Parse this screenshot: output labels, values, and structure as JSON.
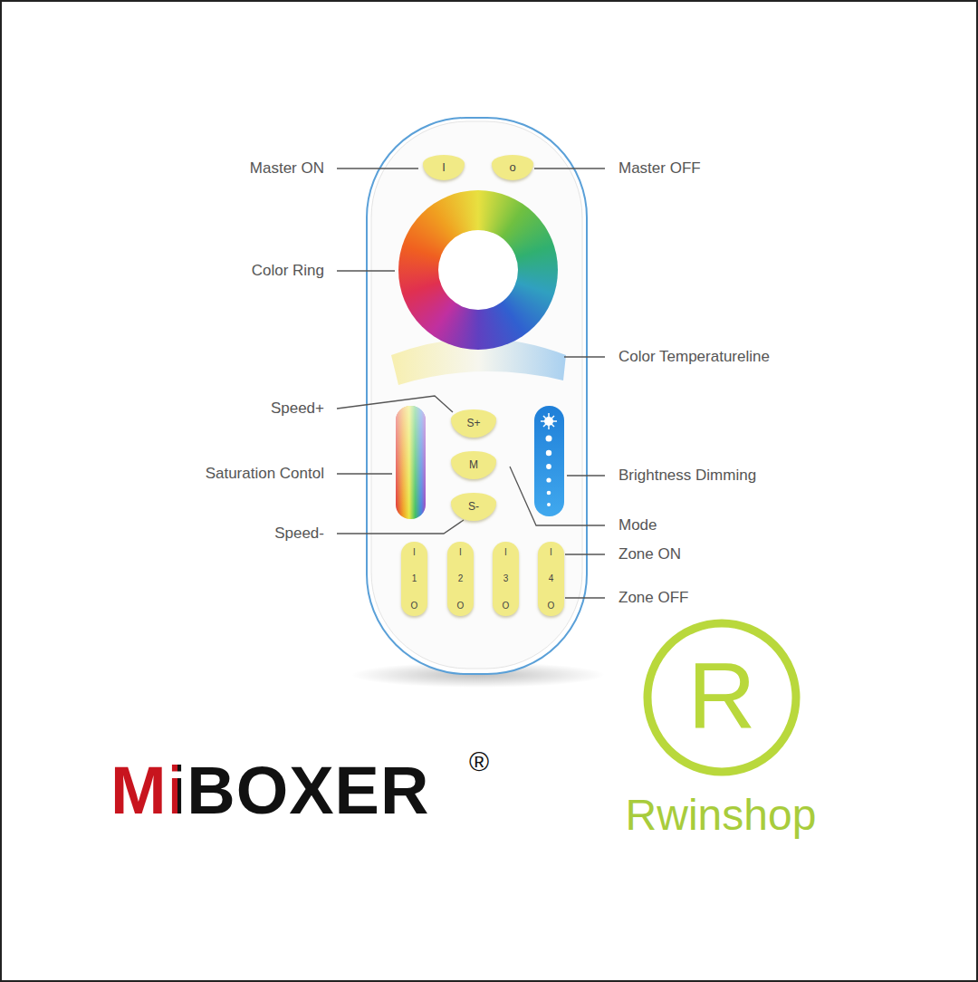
{
  "diagram": {
    "nodes": [
      {
        "text": [
          "I"
        ]
      },
      {
        "text": [
          "o"
        ]
      },
      {
        "text": [
          "S+"
        ]
      },
      {
        "text": [
          "M"
        ]
      },
      {
        "text": [
          "S-"
        ]
      },
      {
        "text": [
          "I",
          "1",
          "O"
        ]
      },
      {
        "text": [
          "I",
          "2",
          "O"
        ]
      },
      {
        "text": [
          "I",
          "3",
          "O"
        ]
      },
      {
        "text": [
          "I",
          "4",
          "O"
        ]
      }
    ],
    "labels": [
      "Master ON",
      "Master OFF",
      "Color Ring",
      "Color Temperatureline",
      "Speed+",
      "Saturation Contol",
      "Brightness Dimming",
      "Speed-",
      "Mode",
      "Zone ON",
      "Zone OFF",
      "MiBOXER",
      "®",
      "R",
      "Rwinshop"
    ]
  }
}
